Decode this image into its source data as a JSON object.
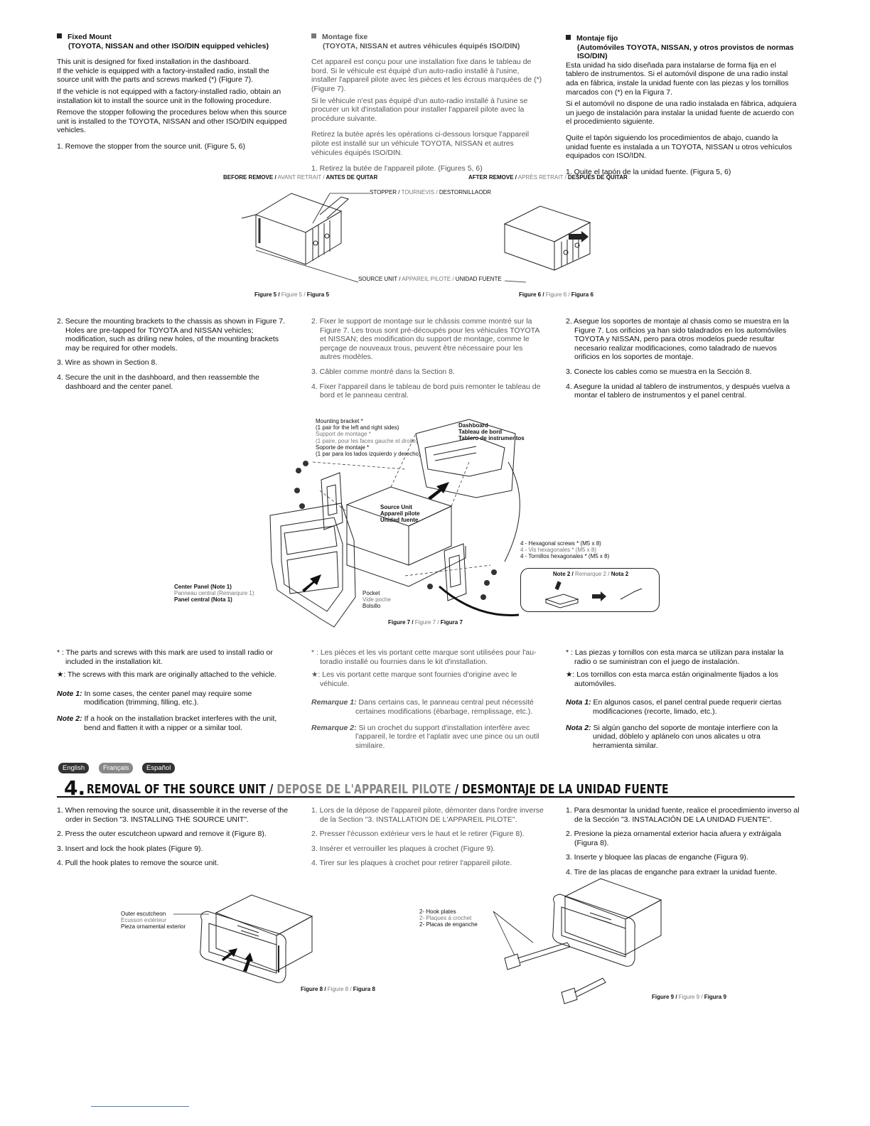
{
  "fixed_mount": {
    "en": {
      "heading": "Fixed Mount",
      "subheading": "(TOYOTA, NISSAN and other ISO/DIN equipped vehicles)",
      "p1": "This unit is designed for fixed installation in the dashboard.",
      "p2": "If the vehicle is equipped with a factory-installed radio, install the source unit with the parts and screws marked (*) (Figure 7).",
      "p3": "If the vehicle is not equipped with a factory-installed radio, obtain an installation kit to install the source unit in the following procedure.",
      "p4": "Remove the stopper following the procedures below when this source unit is installed to the TOYOTA, NISSAN and other ISO/DIN equipped vehicles.",
      "step1": "1. Remove the stopper from the source unit. (Figure 5, 6)"
    },
    "fr": {
      "heading": "Montage fixe",
      "subheading": "(TOYOTA, NISSAN et autres véhicules équipés ISO/DIN)",
      "p1": "Cet appareil est conçu pour une installation fixe dans le tableau de bord. Si le véhicule est équipé d'un auto-radio installé à l'usine, installer l'appareil pilote avec les pièces et les écrous marquées de (*) (Figure 7).",
      "p2": "Si le véhicule n'est pas équipé d'un auto-radio installé à l'usine se procurer un kit d'installation pour installer l'appareil pilote avec la procédure suivante.",
      "p3": "Retirez la butée après les opérations ci-dessous lorsque l'appareil pilote est installé sur un véhicule TOYOTA, NISSAN et autres véhicules équipés ISO/DIN.",
      "step1": "1. Retirez la butée de l'appareil pilote. (Figures 5, 6)"
    },
    "es": {
      "heading": "Montaje fijo",
      "subheading": "(Automóviles TOYOTA, NISSAN, y otros provistos de normas ISO/DIN)",
      "p1": "Esta unidad ha sido diseñada para instalarse de forma fija en el tablero de instrumentos. Si el automóvil dispone de una radio instal ada en fábrica, instale la unidad fuente con las piezas y los tornillos marcados con (*) en la Figura 7.",
      "p2": "Si el automóvil no dispone de una radio instalada en fábrica, adquiera un juego de instalación para instalar la unidad fuente de acuerdo con el procedimiento siguiente.",
      "p3": "Quite el tapón siguiendo los procedimientos de abajo, cuando la unidad fuente es instalada a un TOYOTA, NISSAN u otros vehículos equipados con ISO/IDN.",
      "step1": "1. Quite el tapón de la unidad fuente. (Figura 5, 6)"
    }
  },
  "fig56": {
    "before_en": "BEFORE REMOVE /",
    "before_fr": " AVANT RETRAIT /",
    "before_es": " ANTES DE QUITAR",
    "after_en": "AFTER REMOVE /",
    "after_fr": " APRÈS RETRAIT /",
    "after_es": " DESPUÉS DE QUITAR",
    "stopper_en": "STOPPER /",
    "stopper_fr": " TOURNEVIS /",
    "stopper_es": " DESTORNILLAODR",
    "source_en": "SOURCE UNIT /",
    "source_fr": " APPAREIL PILOTE /",
    "source_es": " UNIDAD FUENTE",
    "fig5_en": "Figure 5 /",
    "fig5_fr": " Figure 5 /",
    "fig5_es": " Figura 5",
    "fig6_en": "Figure 6 /",
    "fig6_fr": " Figure 6 /",
    "fig6_es": " Figura 6"
  },
  "steps_a": {
    "en": [
      "2. Secure the mounting brackets to the chassis as shown in Figure 7. Holes are pre-tapped for TOYOTA and NISSAN vehicles; modification, such as driling new holes, of the mounting brackets may be required for other models.",
      "3. Wire as shown in Section 8.",
      "4. Secure the unit in the dashboard, and then reassemble the dashboard and the center panel."
    ],
    "fr": [
      "2. Fixer le support de montage sur le châssis comme montré sur la Figure 7. Les trous sont pré-découpés pour les véhicules TOYOTA et NISSAN; des modification du support de montage, comme le perçage de nouveaux trous, peuvent être nécessaire pour les autres modèles.",
      "3. Câbler comme montré dans la Section 8.",
      "4. Fixer l'appareil dans le tableau de bord puis remonter le tableau de bord et le panneau central."
    ],
    "es": [
      "2. Asegue los soportes de montaje al chasis como se muestra en la Figure 7. Los orificios ya han sido taladrados en los automóviles TOYOTA y NISSAN, pero para otros modelos puede resultar necesario realizar modificaciones, como taladrado de nuevos orificios en los soportes de montaje.",
      "3. Conecte los cables como se muestra en la Sección 8.",
      "4. Asegure la unidad al tablero de instrumentos, y después vuelva a montar el tablero de instrumentos y el panel central."
    ]
  },
  "fig7": {
    "bracket_en": "Mounting bracket *",
    "bracket_en2": "(1 pair for the left and right sides)",
    "bracket_fr": "Support de montage *",
    "bracket_fr2": "(1 paire, pour les faces gauche et droite)",
    "bracket_es": "Soporte de montaje *",
    "bracket_es2": "(1 par para los lados izquierdo y derecho)",
    "dash_en": "Dashboard",
    "dash_fr": "Tableau de bord",
    "dash_es": "Tablero de instrumentos",
    "unit_en": "Source Unit",
    "unit_fr": "Appareil pilote",
    "unit_es": "Unidad fuente",
    "hex_en": "4 - Hexagonal screws * (M5 x 8)",
    "hex_fr": "4 - Vis hexagonales * (M5 x 8)",
    "hex_es": "4 - Tornillos hexagonales * (M5 x 8)",
    "panel_en": "Center Panel (Note 1)",
    "panel_fr": "Panneau central (Remarqure 1)",
    "panel_es": "Panel central (Nota 1)",
    "pocket_en": "Pocket",
    "pocket_fr": "Vide poche",
    "pocket_es": "Bolsillo",
    "note2_en": "Note 2 /",
    "note2_fr": " Remarque 2 /",
    "note2_es": " Nota 2",
    "cap_en": "Figure 7 /",
    "cap_fr": " Figure 7 /",
    "cap_es": " Figura 7"
  },
  "marks": {
    "en": {
      "star1": "* : The parts and screws with this mark are used to install radio or included in the installation kit.",
      "star2": "★: The screws with this mark are originally attached to the vehicle.",
      "note1_label": "Note 1:",
      "note1": " In some cases, the center panel may require some modification (trimming, filling, etc.).",
      "note2_label": "Note 2:",
      "note2": " If a hook on the installation bracket interferes with the unit, bend and flatten it with a nipper or a similar tool."
    },
    "fr": {
      "star1": "* : Les pièces et les vis portant cette marque sont utilisées pour l'au- toradio installé ou fournies dans le kit d'installation.",
      "star2": "★: Les vis portant cette marque sont fournies d'origine avec le véhicule.",
      "note1_label": "Remarque 1:",
      "note1": " Dans certains cas, le panneau central peut nécessité certaines modifications (ébarbage, remplissage, etc.).",
      "note2_label": "Remarque 2:",
      "note2": " Si un crochet du support d'installation interfère avec l'appareil, le tordre et l'aplatir avec une pince ou un outil similaire."
    },
    "es": {
      "star1": "* : Las piezas y tornillos con esta marca se utilizan para instalar la radio o se suministran con el juego de instalación.",
      "star2": "★: Los tornillos con esta marca están originalmente fijados a los automóviles.",
      "note1_label": "Nota 1:",
      "note1": " En algunos casos, el panel central puede requerir ciertas modificaciones (recorte, limado, etc.).",
      "note2_label": "Nota 2:",
      "note2": " Si algún gancho del soporte de montaje interfiere con la unidad, dóblelo y aplánelo con unos alicates u otra herramienta similar."
    }
  },
  "lang_tabs": [
    "English",
    "Français",
    "Español"
  ],
  "section4": {
    "number": "4.",
    "title_en": "REMOVAL OF THE SOURCE UNIT / ",
    "title_fr": "DEPOSE DE L'APPAREIL PILOTE",
    "title_es": " / DESMONTAJE DE LA UNIDAD FUENTE",
    "en": [
      "1. When removing the source unit, disassemble it in the reverse of the order in Section \"3. INSTALLING THE SOURCE UNIT\".",
      "2. Press the outer escutcheon upward and remove it (Figure 8).",
      "3. Insert and lock the hook plates (Figure 9).",
      "4. Pull the hook plates to remove the source unit."
    ],
    "fr": [
      "1. Lors de la dépose de l'appareil pilote, démonter dans l'ordre inverse de la Section \"3. INSTALLATION DE L'APPAREIL PILOTE\".",
      "2. Presser l'écusson extérieur vers le haut et le retirer (Figure 8).",
      "3. Insérer et verrouiller les plaques à crochet (Figure 9).",
      "4. Tirer sur les plaques à crochet pour retirer l'appareil pilote."
    ],
    "es": [
      "1. Para desmontar la unidad fuente, realice el procedimiento inverso al de la Sección \"3. INSTALACIÓN DE LA UNIDAD FUENTE\".",
      "2. Presione la pieza ornamental exterior hacia afuera y extráigala (Figura 8).",
      "3. Inserte y bloquee las placas de enganche (Figura 9).",
      "4. Tire de las placas de enganche para extraer la unidad fuente."
    ]
  },
  "fig8": {
    "esc_en": "Outer escutcheon",
    "esc_fr": "Ecusson extérieur",
    "esc_es": "Pieza ornamental exterior",
    "cap_en": "Figure 8 /",
    "cap_fr": " Figure 8 /",
    "cap_es": " Figura 8"
  },
  "fig9": {
    "hook_en": "2- Hook plates",
    "hook_fr": "2- Plaques à crochet",
    "hook_es": "2- Placas de enganche",
    "cap_en": "Figure 9 /",
    "cap_fr": " Figure 9 /",
    "cap_es": " Figura 9"
  }
}
